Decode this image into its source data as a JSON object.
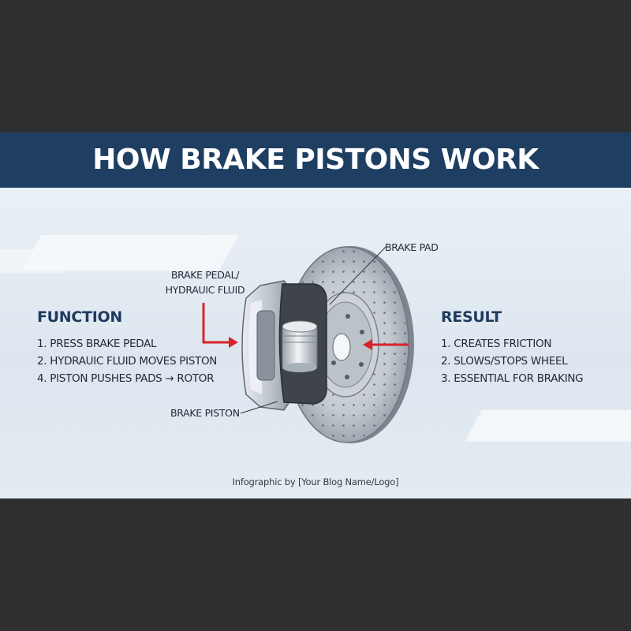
{
  "title": "HOW BRAKE PISTONS WORK",
  "function": {
    "heading": "FUNCTION",
    "steps": [
      "1. PRESS BRAKE PEDAL",
      "2. HYDRAUIC FLUID MOVES PISTON",
      "4. PISTON PUSHES PADS → ROTOR"
    ]
  },
  "result": {
    "heading": "RESULT",
    "steps": [
      "1. CREATES FRICTION",
      "2. SLOWS/STOPS WHEEL",
      "3. ESSENTIAL FOR BRAKING"
    ]
  },
  "callouts": {
    "brake_pad": "BRAKE PAD",
    "pedal_line1": "BRAKE PEDAL/",
    "pedal_line2": "HYDRAUIC FLUID",
    "brake_piston": "BRAKE PISTON"
  },
  "footer": "Infographic by [Your Blog Name/Logo]",
  "colors": {
    "banner": "#1e3e62",
    "heading": "#1f3a5e",
    "arrow": "#d8232a",
    "background": "#2f2f31"
  }
}
